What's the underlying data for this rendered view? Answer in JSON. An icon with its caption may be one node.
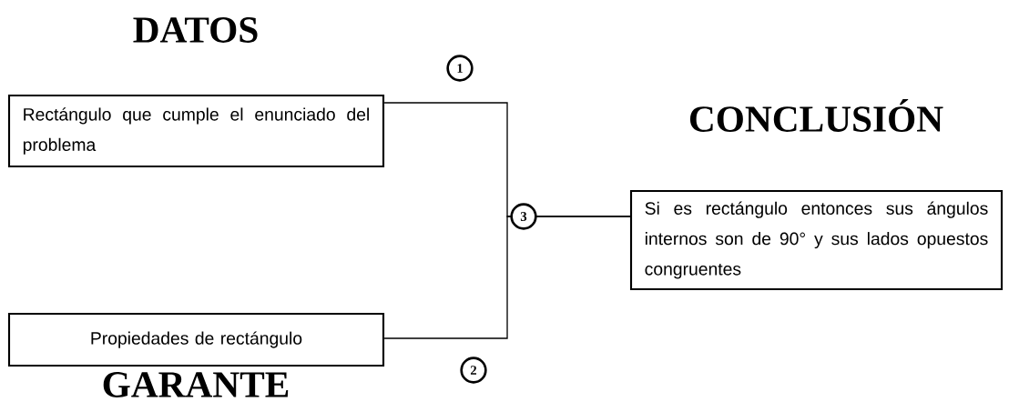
{
  "diagram": {
    "nodes": [
      {
        "text": [
          "DATOS",
          "Rectángulo que cumple el enunciado del problema"
        ]
      },
      {
        "text": [
          "Propiedades de rectángulo",
          "GARANTE"
        ]
      },
      {
        "text": [
          "CONCLUSIÓN",
          "Si es rectángulo entonces sus ángulos internos son de 90° y sus lados opuestos congruentes"
        ]
      }
    ],
    "edges": [
      {
        "from": 0,
        "to": 2,
        "arrow": "none"
      },
      {
        "from": 1,
        "to": 2,
        "arrow": "none"
      }
    ],
    "labels": [
      "1",
      "3",
      "2"
    ]
  }
}
